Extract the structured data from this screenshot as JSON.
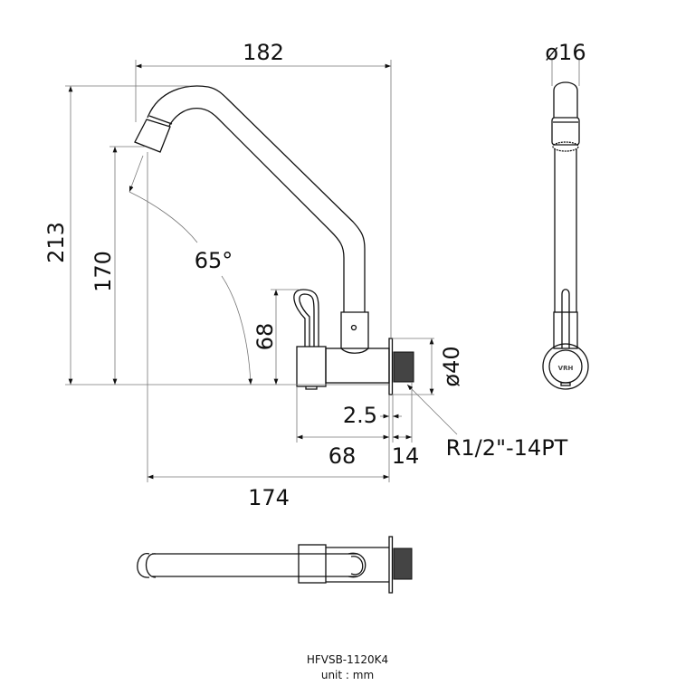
{
  "dimensions": {
    "width_top": "182",
    "height_total": "213",
    "height_spout": "170",
    "angle": "65°",
    "handle_height": "68",
    "flange_diameter": "ø40",
    "flange_thickness": "2.5",
    "body_length": "68",
    "thread_length": "14",
    "reach": "174",
    "thread_spec": "R1/2\"-14PT",
    "tube_diameter": "ø16"
  },
  "caption": {
    "model": "HFVSB-1120K4",
    "unit": "unit : mm"
  },
  "logo_text": "VRH"
}
